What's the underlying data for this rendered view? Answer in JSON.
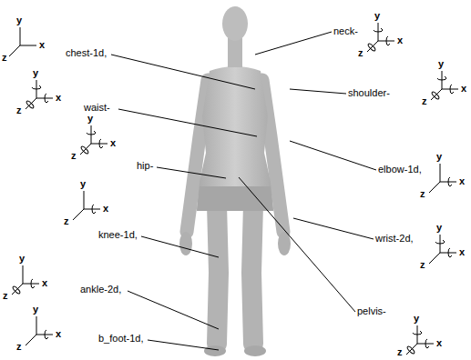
{
  "diagram": {
    "labels": [
      "y",
      "x",
      "z",
      "chest-1d,",
      "y",
      "x",
      "z",
      "waist-",
      "y",
      "x",
      "z",
      "hip-",
      "y",
      "x",
      "z",
      "knee-1d,",
      "y",
      "x",
      "z",
      "ankle-2d,",
      "y",
      "x",
      "z",
      "b_foot-1d,",
      "y",
      "x",
      "z",
      "neck-",
      "y",
      "x",
      "z",
      "shoulder-",
      "y",
      "x",
      "z",
      "elbow-1d,",
      "y",
      "x",
      "z",
      "wrist-2d,",
      "y",
      "x",
      "z",
      "pelvis-"
    ]
  }
}
